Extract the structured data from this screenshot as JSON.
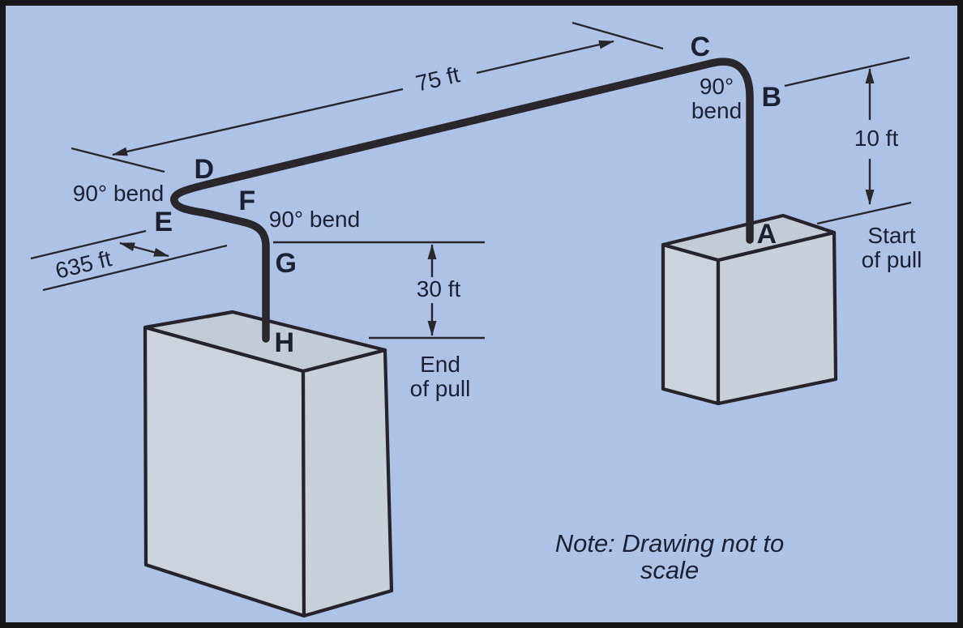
{
  "figure": {
    "note": "Note: Drawing not to scale",
    "points": {
      "a": "A",
      "b": "B",
      "c": "C",
      "d": "D",
      "e": "E",
      "f": "F",
      "g": "G",
      "h": "H"
    },
    "bends": {
      "near_c": "90°\nbend",
      "near_de": "90° bend",
      "near_fg": "90° bend"
    },
    "dimensions": {
      "horizontal_run": "75 ft",
      "start_rise": "10 ft",
      "end_drop": "30 ft",
      "diagonal_run": "635 ft"
    },
    "pull": {
      "start": "Start\nof pull",
      "end": "End\nof pull"
    },
    "colors": {
      "background": "#adc2e5",
      "frame": "#191619",
      "line": "#29262c",
      "text": "#1d2030",
      "box_top": "#c2cbd6",
      "box_front": "#ccd3dc",
      "box_side": "#c8d0d9"
    }
  }
}
